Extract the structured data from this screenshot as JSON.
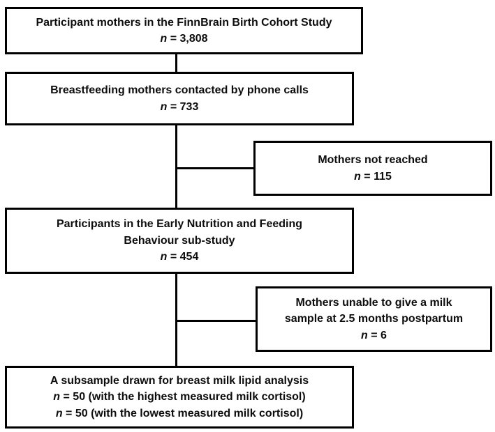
{
  "figure": {
    "type": "participant-flow-diagram",
    "background_color": "#ffffff",
    "line_color": "#000000",
    "text_color": "#0d0d0d"
  },
  "boxes": [
    {
      "name": "finnbrain-cohort",
      "lines": [
        {
          "text": "Participant mothers in the FinnBrain Birth Cohort Study"
        },
        {
          "italic": "n",
          "text": " = 3,808"
        }
      ]
    },
    {
      "name": "contacted-by-phone",
      "lines": [
        {
          "text": "Breastfeeding mothers contacted by phone calls"
        },
        {
          "italic": "n",
          "text": " = 733"
        }
      ]
    },
    {
      "name": "mothers-not-reached",
      "lines": [
        {
          "text": "Mothers not reached"
        },
        {
          "italic": "n",
          "text": " = 115"
        }
      ]
    },
    {
      "name": "early-nutrition-substudy",
      "lines": [
        {
          "text": "Participants in the Early Nutrition and Feeding"
        },
        {
          "text": "Behaviour sub-study"
        },
        {
          "italic": "n",
          "text": " = 454"
        }
      ]
    },
    {
      "name": "unable-to-give-milk-sample",
      "lines": [
        {
          "text": "Mothers unable to give a milk"
        },
        {
          "text": "sample at 2.5 months postpartum"
        },
        {
          "italic": "n",
          "text": " = 6"
        }
      ]
    },
    {
      "name": "lipid-analysis-subsample",
      "lines": [
        {
          "text": "A subsample drawn for breast milk lipid analysis"
        },
        {
          "italic": "n",
          "text": " = 50 (with the highest measured milk cortisol)"
        },
        {
          "italic": "n",
          "text": " = 50 (with the lowest measured milk cortisol)"
        }
      ]
    }
  ]
}
